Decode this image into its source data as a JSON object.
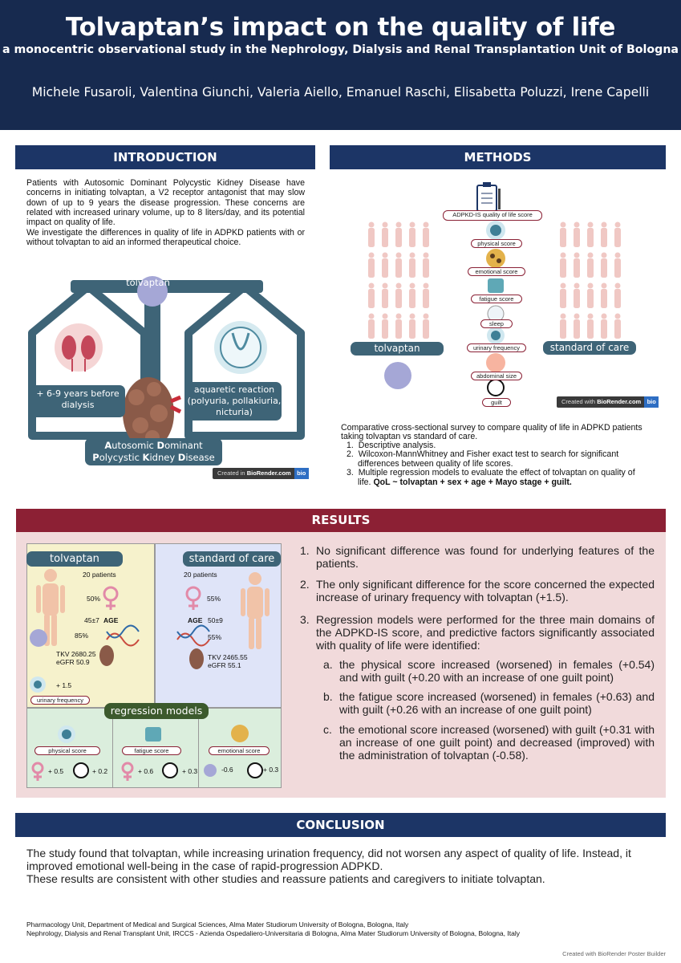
{
  "header": {
    "title": "Tolvaptan’s impact on the quality of life",
    "subtitle": "a monocentric observational study in the Nephrology, Dialysis and Renal Transplantation Unit of Bologna",
    "authors": "Michele Fusaroli, Valentina Giunchi, Valeria Aiello, Emanuel Raschi, Elisabetta Poluzzi, Irene Capelli"
  },
  "introduction": {
    "heading": "INTRODUCTION",
    "paragraph1": "Patients with Autosomic Dominant Polycystic Kidney Disease have concerns in initiating tolvaptan, a  V2 receptor antagonist that may slow down of up to 9 years the disease progression. These concerns are related with increased urinary volume, up to  8 liters/day, and its potential impact on quality of life.",
    "paragraph2": "We investigate the differences in quality of life in ADPKD patients with or without tolvaptan to aid an informed therapeutical choice.",
    "scale_label": "tolvaptan",
    "left_box": "+ 6-9 years before dialysis",
    "right_box": "aquaretic reaction (polyuria, pollakiuria, nicturia)",
    "disease_line1_pre": "A",
    "disease_line1_a": "utosomic ",
    "disease_line1_d": "D",
    "disease_line1_b": "ominant",
    "disease_line2_p": "P",
    "disease_line2_a": "olycystic ",
    "disease_line2_k": "K",
    "disease_line2_b": "idney ",
    "disease_line2_d": "D",
    "disease_line2_c": "isease",
    "created_with": "Created in ",
    "biorender": "BioRender.com",
    "bio": "bio"
  },
  "methods": {
    "heading": "METHODS",
    "survey_title": "ADPKD-IS quality of life score",
    "domains": [
      "physical score",
      "emotional score",
      "fatigue score",
      "sleep",
      "urinary frequency",
      "abdominal size",
      "guilt"
    ],
    "left_group": "tolvaptan",
    "right_group": "standard of care",
    "intro": "Comparative cross-sectional survey to compare quality of life in ADPKD patients taking tolvaptan vs standard of care.",
    "steps": [
      "Descriptive analysis.",
      "Wilcoxon-MannWhitney and Fisher exact test to search for significant differences between quality of life scores.",
      "Multiple regression models to evaluate the effect of tolvaptan on quality of life. "
    ],
    "formula": "QoL ~ tolvaptan + sex + age + Mayo stage + guilt.",
    "created_with": "Created with ",
    "biorender": "BioRender.com",
    "bio": "bio"
  },
  "results": {
    "heading": "RESULTS",
    "tolvaptan": {
      "label": "tolvaptan",
      "patients": "20 patients",
      "female_pct": "50%",
      "age": "45±7",
      "age_label": "AGE",
      "dna_pct": "85%",
      "tkv": "TKV 2680.25",
      "egfr": "eGFR 50.9",
      "urinary_delta": "+ 1.5",
      "urinary_label": "urinary frequency"
    },
    "standard": {
      "label": "standard of care",
      "patients": "20 patients",
      "female_pct": "55%",
      "age": "50±9",
      "age_label": "AGE",
      "dna_pct": "55%",
      "tkv": "TKV 2465.55",
      "egfr": "eGFR 55.1"
    },
    "regression_label": "regression models",
    "models": [
      {
        "label": "physical score",
        "a": "+ 0.5",
        "b": "+ 0.2"
      },
      {
        "label": "fatigue score",
        "a": "+ 0.6",
        "b": "+ 0.3"
      },
      {
        "label": "emotional score",
        "a": "-0.6",
        "b": "+ 0.3"
      }
    ],
    "items": [
      "No significant difference was found for underlying features of the patients.",
      "The only significant difference for the score concerned the expected increase of urinary frequency with tolvaptan (+1.5).",
      "Regression models were performed for the three main domains of the ADPKD-IS score, and predictive factors significantly associated with quality of life were identified:"
    ],
    "subitems": [
      "the physical score increased (worsened) in females (+0.54) and with guilt (+0.20 with an increase of one guilt point)",
      "the fatigue score increased (worsened) in females (+0.63) and with guilt (+0.26 with an increase of one guilt point)",
      "the emotional score increased (worsened) with guilt (+0.31 with an increase of one guilt point) and decreased (improved) with the administration of tolvaptan (-0.58)."
    ]
  },
  "conclusion": {
    "heading": "CONCLUSION",
    "text1": "The study found that tolvaptan, while increasing urination frequency, did not worsen any aspect of quality of life. Instead, it improved emotional well-being in the case of rapid-progression ADPKD.",
    "text2": "These results are consistent with other studies and reassure patients and caregivers to initiate tolvaptan."
  },
  "footer": {
    "line1": "Pharmacology Unit, Department of Medical and Surgical Sciences, Alma Mater Studiorum University of Bologna, Bologna, Italy",
    "line2": "Nephrology, Dialysis and Renal Transplant Unit, IRCCS - Azienda Ospedaliero-Universitaria di Bologna, Alma Mater Studiorum University of Bologna, Bologna, Italy",
    "builder": "Created with BioRender Poster Builder"
  },
  "colors": {
    "navy": "#172a4f",
    "section": "#1c3566",
    "burgundy": "#8c2034",
    "pink_bg": "#f1dadb",
    "teal": "#3e6477"
  }
}
